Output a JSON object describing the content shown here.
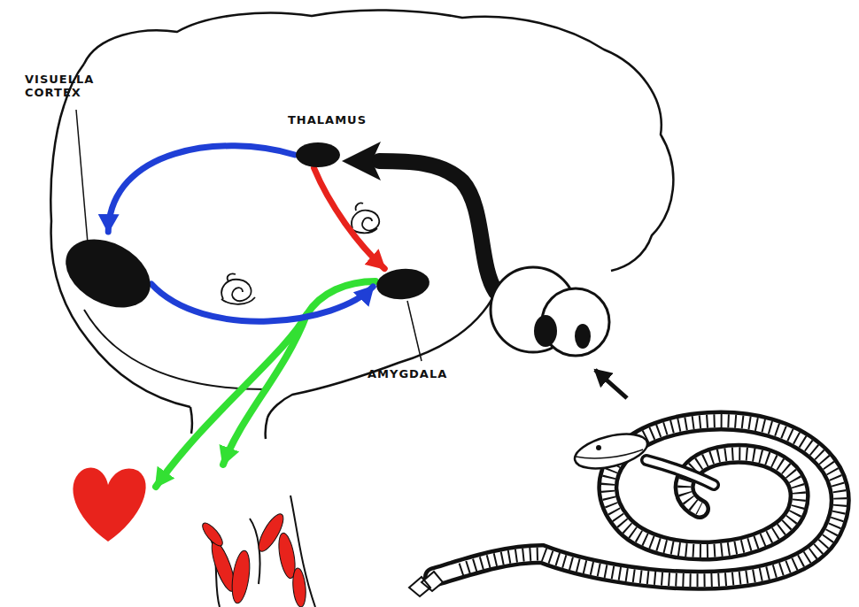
{
  "diagram": {
    "nodes": [
      {
        "text": [
          "VISUELLA CORTEX"
        ]
      },
      {
        "text": [
          "THALAMUS"
        ]
      },
      {
        "text": [
          "AMYGDALA"
        ]
      }
    ],
    "edges": [
      {
        "from": 1,
        "to": 0,
        "arrow": "to"
      },
      {
        "from": 0,
        "to": 2,
        "arrow": "to"
      },
      {
        "from": 1,
        "to": 2,
        "arrow": "to"
      }
    ]
  }
}
